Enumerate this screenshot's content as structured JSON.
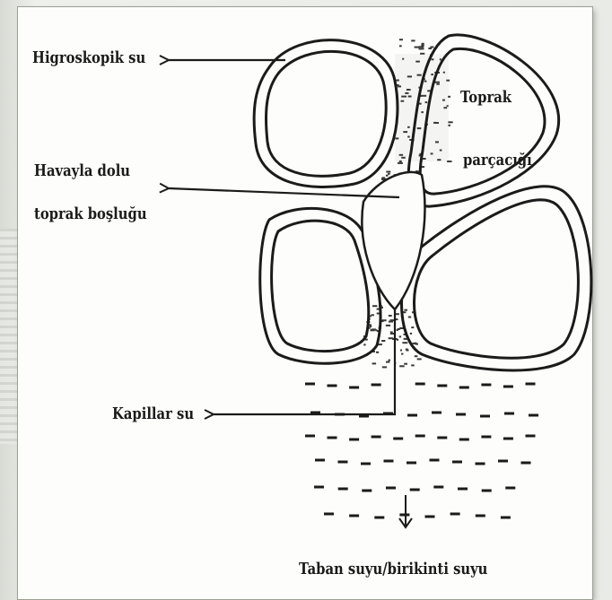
{
  "labels": {
    "hygroscopic": "Higroskopik su",
    "air_pore_line1": "Havayla dolu",
    "air_pore_line2": "toprak boşluğu",
    "particle_line1": "Toprak",
    "particle_line2": "parçacığı",
    "capillary": "Kapillar su",
    "groundwater": "Taban suyu/birikinti suyu"
  },
  "icons": {
    "arrow": "left-arrow-icon",
    "down_arrow": "down-arrow-icon"
  },
  "colors": {
    "ink": "#1b1b1b",
    "paper": "#fdfdfb",
    "background": "#e6e9e3"
  }
}
